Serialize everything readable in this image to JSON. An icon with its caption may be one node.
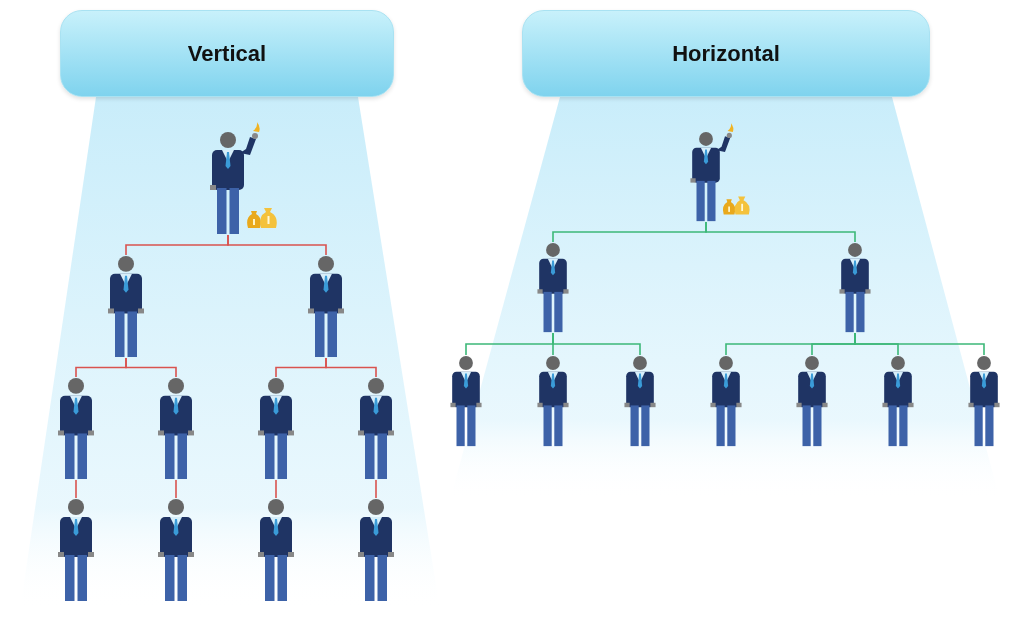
{
  "diagram": {
    "nodes": [
      {
        "text": [
          "Vertical"
        ]
      },
      {
        "text": [],
        "shape": "person"
      },
      {
        "text": [],
        "shape": "person"
      },
      {
        "text": [],
        "shape": "person"
      },
      {
        "text": [],
        "shape": "person"
      },
      {
        "text": [],
        "shape": "person"
      },
      {
        "text": [],
        "shape": "person"
      },
      {
        "text": [],
        "shape": "person"
      },
      {
        "text": [],
        "shape": "person"
      },
      {
        "text": [],
        "shape": "person"
      },
      {
        "text": [],
        "shape": "person"
      },
      {
        "text": [],
        "shape": "person"
      },
      {
        "text": [
          "Horizontal"
        ]
      },
      {
        "text": [],
        "shape": "person"
      },
      {
        "text": [],
        "shape": "person"
      },
      {
        "text": [],
        "shape": "person"
      },
      {
        "text": [],
        "shape": "person"
      },
      {
        "text": [],
        "shape": "person"
      },
      {
        "text": [],
        "shape": "person"
      },
      {
        "text": [],
        "shape": "person"
      },
      {
        "text": [],
        "shape": "person"
      },
      {
        "text": [],
        "shape": "person"
      },
      {
        "text": [],
        "shape": "person"
      }
    ],
    "edges": [
      {
        "from": 1,
        "to": 2,
        "arrow": "none"
      },
      {
        "from": 1,
        "to": 3,
        "arrow": "none"
      },
      {
        "from": 2,
        "to": 4,
        "arrow": "none"
      },
      {
        "from": 2,
        "to": 5,
        "arrow": "none"
      },
      {
        "from": 3,
        "to": 6,
        "arrow": "none"
      },
      {
        "from": 3,
        "to": 7,
        "arrow": "none"
      },
      {
        "from": 4,
        "to": 8,
        "arrow": "none"
      },
      {
        "from": 5,
        "to": 9,
        "arrow": "none"
      },
      {
        "from": 6,
        "to": 10,
        "arrow": "none"
      },
      {
        "from": 7,
        "to": 11,
        "arrow": "none"
      },
      {
        "from": 13,
        "to": 14,
        "arrow": "none",
        "color": "#3cb878"
      },
      {
        "from": 13,
        "to": 15,
        "arrow": "none",
        "color": "#3cb878"
      },
      {
        "from": 14,
        "to": 16,
        "arrow": "none",
        "color": "#3cb878"
      },
      {
        "from": 14,
        "to": 17,
        "arrow": "none",
        "color": "#3cb878"
      },
      {
        "from": 14,
        "to": 18,
        "arrow": "none",
        "color": "#3cb878"
      },
      {
        "from": 15,
        "to": 19,
        "arrow": "none",
        "color": "#3cb878"
      },
      {
        "from": 15,
        "to": 20,
        "arrow": "none",
        "color": "#3cb878"
      },
      {
        "from": 15,
        "to": 21,
        "arrow": "none",
        "color": "#3cb878"
      },
      {
        "from": 15,
        "to": 22,
        "arrow": "none",
        "color": "#3cb878"
      }
    ]
  }
}
